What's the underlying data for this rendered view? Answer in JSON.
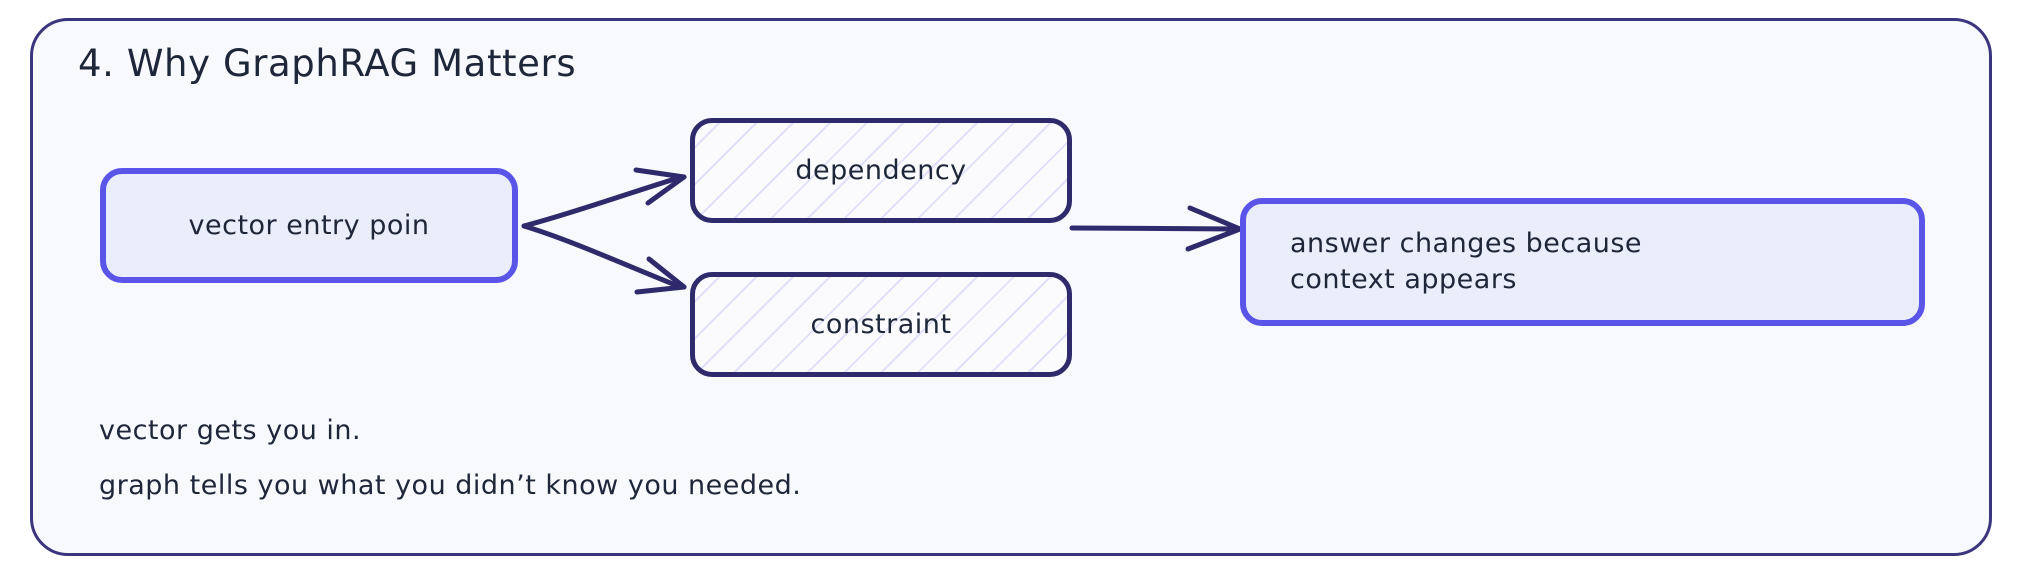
{
  "slide": {
    "title": "4. Why GraphRAG Matters",
    "background_color": "#ffffff",
    "frame_fill": "#f8f9fc",
    "frame_stroke": "#3b357e"
  },
  "palette": {
    "indigo": "#5b54e8",
    "navy": "#2f2a6b",
    "ink": "#1e2639",
    "node_fill": "#eaeefb",
    "hatch_fill": "#fbfbfe"
  },
  "nodes": {
    "entry": {
      "label": "vector entry poin",
      "style": "solid-indigo",
      "stroke": "#5b54e8",
      "fill": "#eaeefb"
    },
    "dependency": {
      "label": "dependency",
      "style": "hatched",
      "stroke": "#2f2a6b",
      "fill": "#fbfbfe"
    },
    "constraint": {
      "label": "constraint",
      "style": "hatched",
      "stroke": "#2f2a6b",
      "fill": "#fbfbfe"
    },
    "outcome": {
      "label": "answer changes because\ncontext appears",
      "style": "solid-indigo",
      "stroke": "#5b54e8",
      "fill": "#eaeefb"
    }
  },
  "edges": [
    {
      "name": "entry-to-dependency",
      "from": "entry",
      "to": "dependency",
      "label": "",
      "stroke": "#2f2a6b"
    },
    {
      "name": "entry-to-constraint",
      "from": "entry",
      "to": "constraint",
      "label": "",
      "stroke": "#2f2a6b"
    },
    {
      "name": "dependency-to-outcome",
      "from": "dependency",
      "to": "outcome",
      "label": "",
      "stroke": "#2f2a6b"
    }
  ],
  "captions": [
    "vector gets you in.",
    "graph tells you what you didn’t know you needed."
  ]
}
